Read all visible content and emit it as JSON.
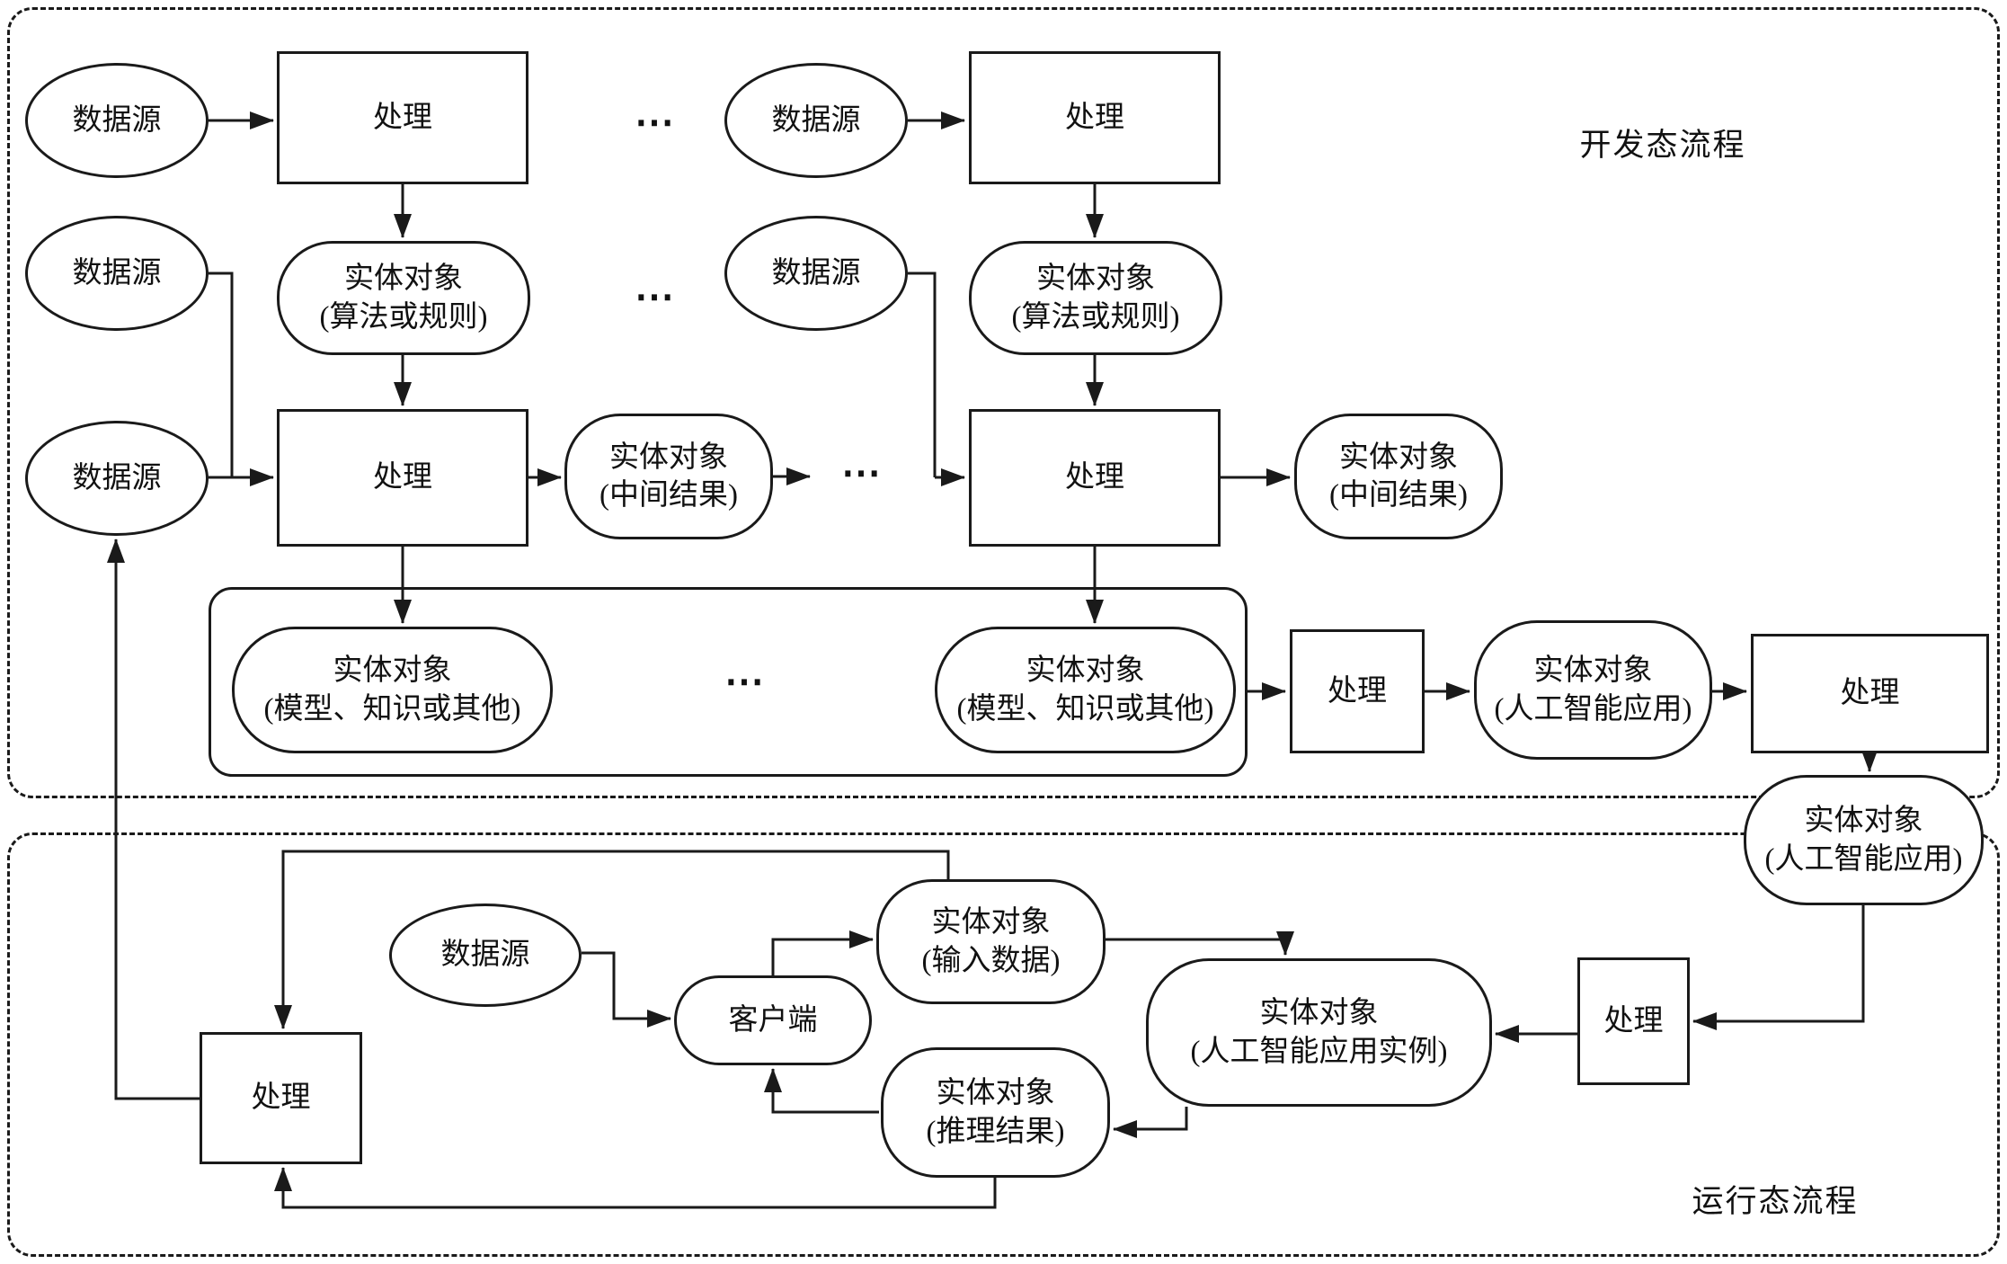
{
  "sections": {
    "development": {
      "label": "开发态流程"
    },
    "runtime": {
      "label": "运行态流程"
    }
  },
  "ellipsis": "⋯",
  "nodes": {
    "ds1": {
      "label": "数据源"
    },
    "ds2": {
      "label": "数据源"
    },
    "ds3": {
      "label": "数据源"
    },
    "ds4": {
      "label": "数据源"
    },
    "ds5": {
      "label": "数据源"
    },
    "ds6": {
      "label": "数据源"
    },
    "proc1": {
      "label": "处理"
    },
    "proc2": {
      "label": "处理"
    },
    "proc3": {
      "label": "处理"
    },
    "proc4": {
      "label": "处理"
    },
    "proc5": {
      "label": "处理"
    },
    "proc6": {
      "label": "处理"
    },
    "proc7": {
      "label": "处理"
    },
    "proc8": {
      "label": "处理"
    },
    "alg1": {
      "line1": "实体对象",
      "line2": "(算法或规则)"
    },
    "alg2": {
      "line1": "实体对象",
      "line2": "(算法或规则)"
    },
    "mid1": {
      "line1": "实体对象",
      "line2": "(中间结果)"
    },
    "mid2": {
      "line1": "实体对象",
      "line2": "(中间结果)"
    },
    "model1": {
      "line1": "实体对象",
      "line2": "(模型、知识或其他)"
    },
    "model2": {
      "line1": "实体对象",
      "line2": "(模型、知识或其他)"
    },
    "app1": {
      "line1": "实体对象",
      "line2": "(人工智能应用)"
    },
    "app2": {
      "line1": "实体对象",
      "line2": "(人工智能应用)"
    },
    "instance": {
      "line1": "实体对象",
      "line2": "(人工智能应用实例)"
    },
    "input": {
      "line1": "实体对象",
      "line2": "(输入数据)"
    },
    "result": {
      "line1": "实体对象",
      "line2": "(推理结果)"
    },
    "client": {
      "label": "客户端"
    }
  },
  "colors": {
    "line": "#1a1a1a",
    "background": "#ffffff"
  }
}
